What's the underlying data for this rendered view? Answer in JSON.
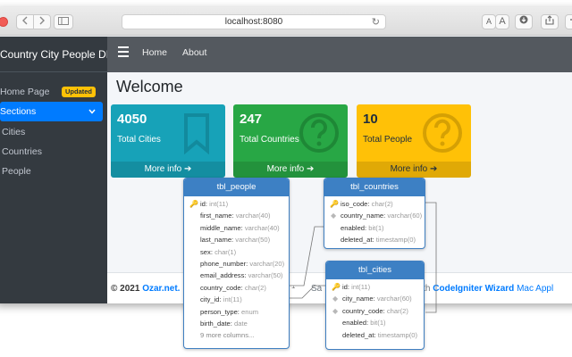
{
  "browser": {
    "url": "localhost:8080",
    "font_small_label": "A",
    "font_large_label": "A"
  },
  "sidebar": {
    "brand": "Country City People DB",
    "items": [
      {
        "label": "Home Page",
        "badge": "Updated"
      },
      {
        "label": "Sections",
        "active": true
      },
      {
        "label": "Cities"
      },
      {
        "label": "Countries"
      },
      {
        "label": "People"
      }
    ]
  },
  "topnav": {
    "links": [
      "Home",
      "About"
    ]
  },
  "content": {
    "title": "Welcome",
    "boxes": [
      {
        "value": "4050",
        "label": "Total Cities",
        "more": "More info",
        "color": "#17a2b8",
        "icon": "bookmark-icon"
      },
      {
        "value": "247",
        "label": "Total Countries",
        "more": "More info",
        "color": "#28a745",
        "icon": "question-circle-icon"
      },
      {
        "value": "10",
        "label": "Total People",
        "more": "More info",
        "color": "#ffc107",
        "icon": "question-circle-icon"
      }
    ]
  },
  "footer": {
    "copyright": "© 2021",
    "company": "Ozar.net.",
    "sa": "Sa",
    "generated": "ted with",
    "wizard": "CodeIgniter Wizard",
    "mac": "Mac Appl"
  },
  "erd": {
    "tables": [
      {
        "name": "tbl_people",
        "columns": [
          {
            "name": "id",
            "type": "int(11)",
            "key": "pk"
          },
          {
            "name": "first_name",
            "type": "varchar(40)"
          },
          {
            "name": "middle_name",
            "type": "varchar(40)"
          },
          {
            "name": "last_name",
            "type": "varchar(50)"
          },
          {
            "name": "sex",
            "type": "char(1)"
          },
          {
            "name": "phone_number",
            "type": "varchar(20)"
          },
          {
            "name": "email_address",
            "type": "varchar(50)"
          },
          {
            "name": "country_code",
            "type": "char(2)"
          },
          {
            "name": "city_id",
            "type": "int(11)"
          },
          {
            "name": "person_type",
            "type": "enum"
          },
          {
            "name": "birth_date",
            "type": "date"
          }
        ],
        "more": "9 more columns..."
      },
      {
        "name": "tbl_countries",
        "columns": [
          {
            "name": "iso_code",
            "type": "char(2)",
            "key": "pk"
          },
          {
            "name": "country_name",
            "type": "varchar(60)",
            "key": "fk"
          },
          {
            "name": "enabled",
            "type": "bit(1)"
          },
          {
            "name": "deleted_at",
            "type": "timestamp(0)"
          }
        ]
      },
      {
        "name": "tbl_cities",
        "columns": [
          {
            "name": "id",
            "type": "int(11)",
            "key": "pk"
          },
          {
            "name": "city_name",
            "type": "varchar(60)",
            "key": "fk"
          },
          {
            "name": "country_code",
            "type": "char(2)",
            "key": "fk"
          },
          {
            "name": "enabled",
            "type": "bit(1)"
          },
          {
            "name": "deleted_at",
            "type": "timestamp(0)"
          }
        ]
      }
    ]
  }
}
